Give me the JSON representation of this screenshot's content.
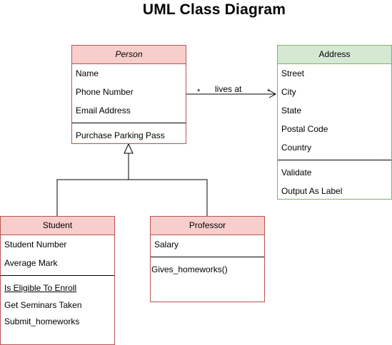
{
  "title": "UML Class Diagram",
  "classes": {
    "person": {
      "name": "Person",
      "attributes": [
        "Name",
        "Phone Number",
        "Email Address"
      ],
      "operations": [
        "Purchase Parking Pass"
      ]
    },
    "address": {
      "name": "Address",
      "attributes": [
        "Street",
        "City",
        "State",
        "Postal Code",
        "Country"
      ],
      "operations": [
        "Validate",
        "Output As Label"
      ]
    },
    "student": {
      "name": "Student",
      "attributes": [
        "Student Number",
        "Average Mark"
      ],
      "operations": [
        "Is Eligible To Enroll",
        "Get Seminars Taken",
        "Submit_homeworks"
      ]
    },
    "professor": {
      "name": "Professor",
      "attributes": [
        "Salary"
      ],
      "operations": [
        "Gives_homeworks()"
      ]
    }
  },
  "association": {
    "label": "lives at",
    "source_multiplicity": "*",
    "target_multiplicity": "*"
  },
  "colors": {
    "red_fill": "#f8cecc",
    "red_stroke": "#b85450",
    "green_fill": "#d5e8d4",
    "green_stroke": "#82b366"
  }
}
